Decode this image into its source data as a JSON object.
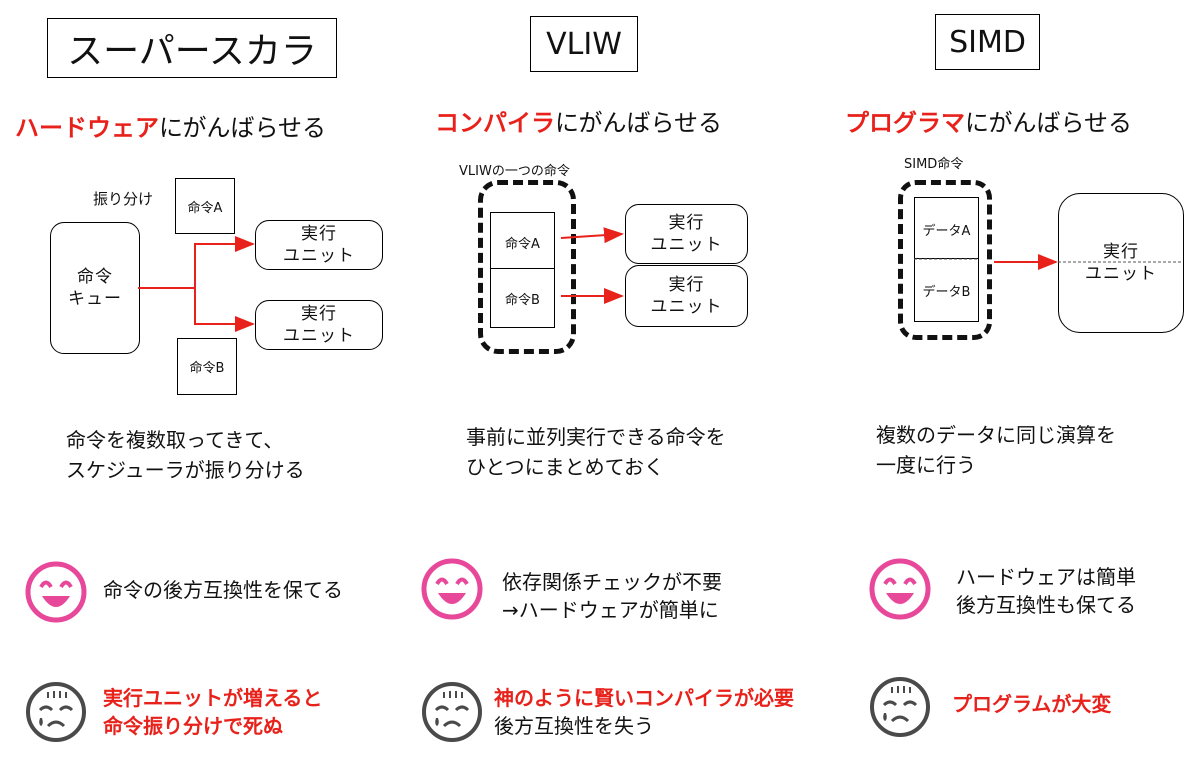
{
  "columns": {
    "superscalar": {
      "title": "スーパースカラ",
      "heading_highlight": "ハードウェア",
      "heading_rest": "にがんばらせる",
      "label_dispatch": "振り分け",
      "instr_a": "命令A",
      "instr_b": "命令B",
      "queue_line1": "命令",
      "queue_line2": "キュー",
      "unit_line1": "実行",
      "unit_line2": "ユニット",
      "desc_line1": "命令を複数取ってきて、",
      "desc_line2": "スケジューラが振り分ける",
      "pro_line1": "命令の後方互換性を保てる",
      "con_line1": "実行ユニットが増えると",
      "con_line2": "命令振り分けで死ぬ"
    },
    "vliw": {
      "title": "VLIW",
      "heading_highlight": "コンパイラ",
      "heading_rest": "にがんばらせる",
      "bundle_label": "VLIWの一つの命令",
      "instr_a": "命令A",
      "instr_b": "命令B",
      "unit_line1": "実行",
      "unit_line2": "ユニット",
      "desc_line1": "事前に並列実行できる命令を",
      "desc_line2": "ひとつにまとめておく",
      "pro_line1": "依存関係チェックが不要",
      "pro_line2": "→ハードウェアが簡単に",
      "con_line1": "神のように賢いコンパイラが必要",
      "con_line2": "後方互換性を失う"
    },
    "simd": {
      "title": "SIMD",
      "heading_highlight": "プログラマ",
      "heading_rest": "にがんばらせる",
      "bundle_label": "SIMD命令",
      "data_a": "データA",
      "data_b": "データB",
      "unit_line1": "実行",
      "unit_line2": "ユニット",
      "desc_line1": "複数のデータに同じ演算を",
      "desc_line2": "一度に行う",
      "pro_line1": "ハードウェアは簡単",
      "pro_line2": "後方互換性も保てる",
      "con_line1": "プログラムが大変"
    }
  },
  "colors": {
    "accent_red": "#e8211b",
    "happy_pink": "#e8489a",
    "sad_gray": "#4a4a4a"
  },
  "icons": {
    "pro": "happy-face-icon",
    "con": "worried-face-icon"
  }
}
